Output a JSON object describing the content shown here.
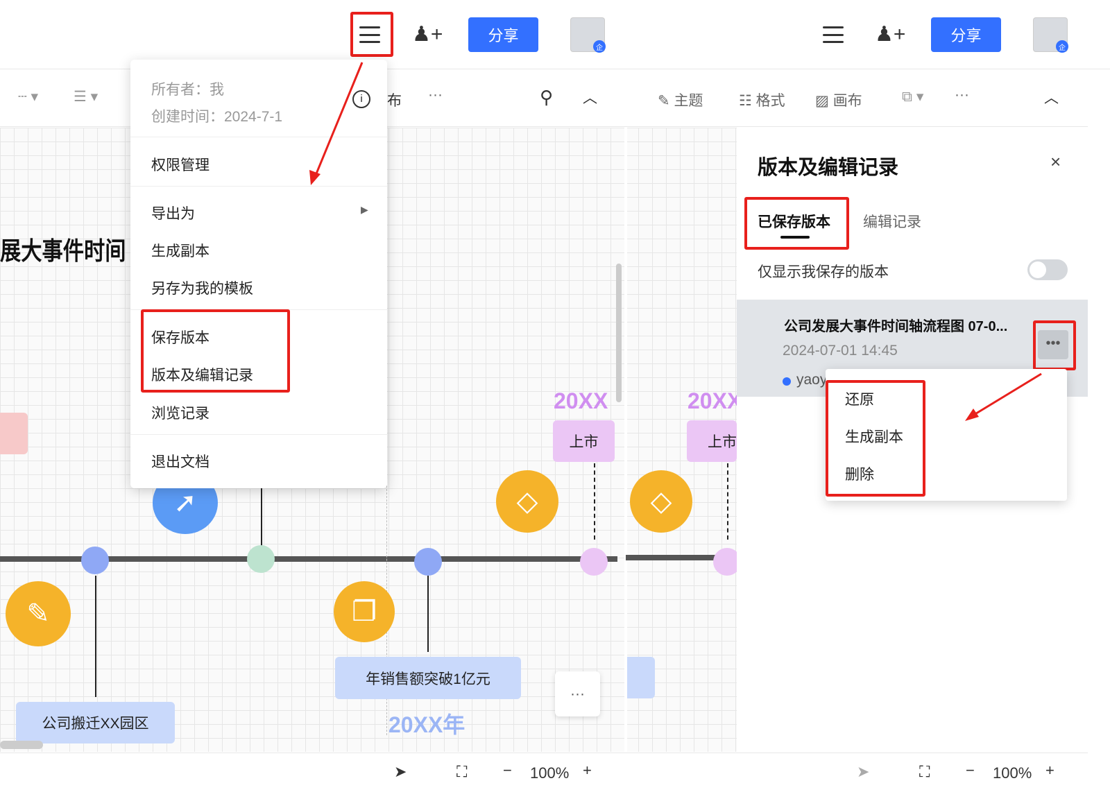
{
  "left": {
    "header": {
      "share_label": "分享",
      "avatar_badge": "企"
    },
    "toolbar": {
      "canvas_partial": "布",
      "more": "···"
    },
    "menu": {
      "owner": "所有者：我",
      "created": "创建时间：2024-7-1",
      "items": [
        "权限管理",
        "导出为",
        "生成副本",
        "另存为我的模板",
        "保存版本",
        "版本及编辑记录",
        "浏览记录",
        "退出文档"
      ]
    },
    "canvas": {
      "title_partial": "展大事件时间",
      "year1": "20XX年",
      "year_top": "20XX",
      "node_ipo": "上市",
      "node_sales": "年销售额突破1亿元",
      "node_move": "公司搬迁XX园区",
      "more": "···"
    },
    "footer": {
      "zoom": "100%"
    }
  },
  "right": {
    "header": {
      "share_label": "分享",
      "avatar_badge": "企"
    },
    "toolbar": {
      "theme": "主题",
      "format": "格式",
      "canvas": "画布",
      "more": "···"
    },
    "canvas": {
      "year_top": "20XX",
      "node_ipo": "上市"
    },
    "panel": {
      "title": "版本及编辑记录",
      "tabs": [
        "已保存版本",
        "编辑记录"
      ],
      "toggle_label": "仅显示我保存的版本",
      "toggle_on": false,
      "version": {
        "name": "公司发展大事件时间轴流程图 07-0...",
        "time": "2024-07-01 14:45",
        "author": "yaoy"
      },
      "context_menu": [
        "还原",
        "生成副本",
        "删除"
      ]
    },
    "footer": {
      "zoom": "100%"
    }
  }
}
